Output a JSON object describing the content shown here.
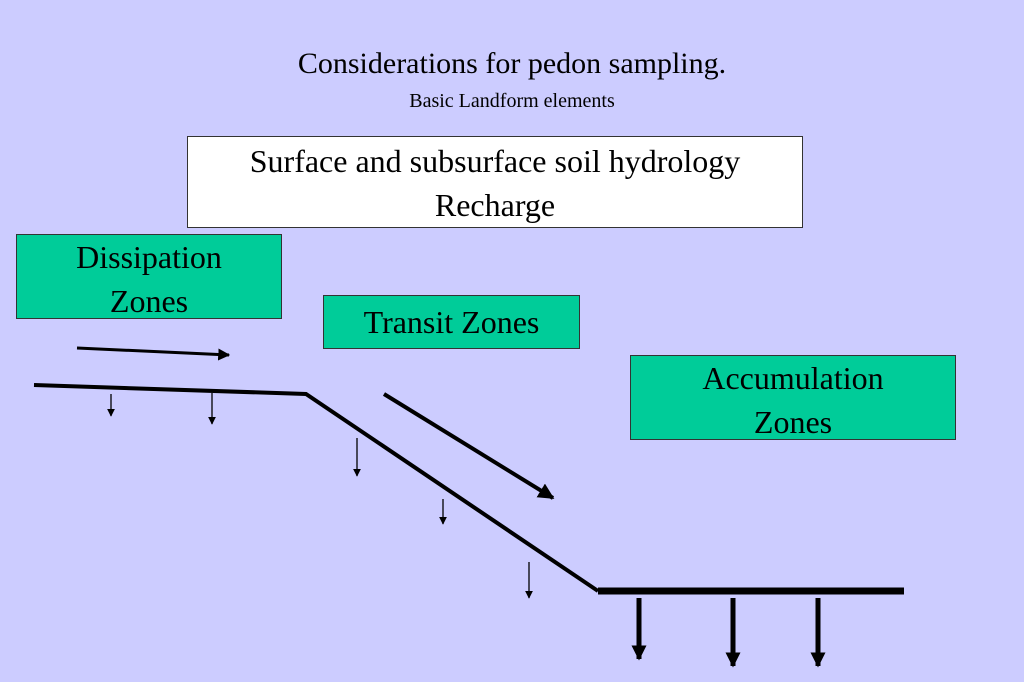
{
  "slide": {
    "title": "Considerations for pedon sampling.",
    "subtitle": "Basic Landform elements"
  },
  "hydrology_box": {
    "line1": "Surface and subsurface soil hydrology",
    "line2": "Recharge"
  },
  "zones": {
    "dissipation": {
      "line1": "Dissipation",
      "line2": "Zones"
    },
    "transit": {
      "line1": "Transit Zones"
    },
    "accumulation": {
      "line1": "Accumulation",
      "line2": "Zones"
    }
  },
  "colors": {
    "background": "#ccccff",
    "zone_fill": "#00cc99",
    "label_fill": "#ffffff",
    "line": "#000000"
  }
}
